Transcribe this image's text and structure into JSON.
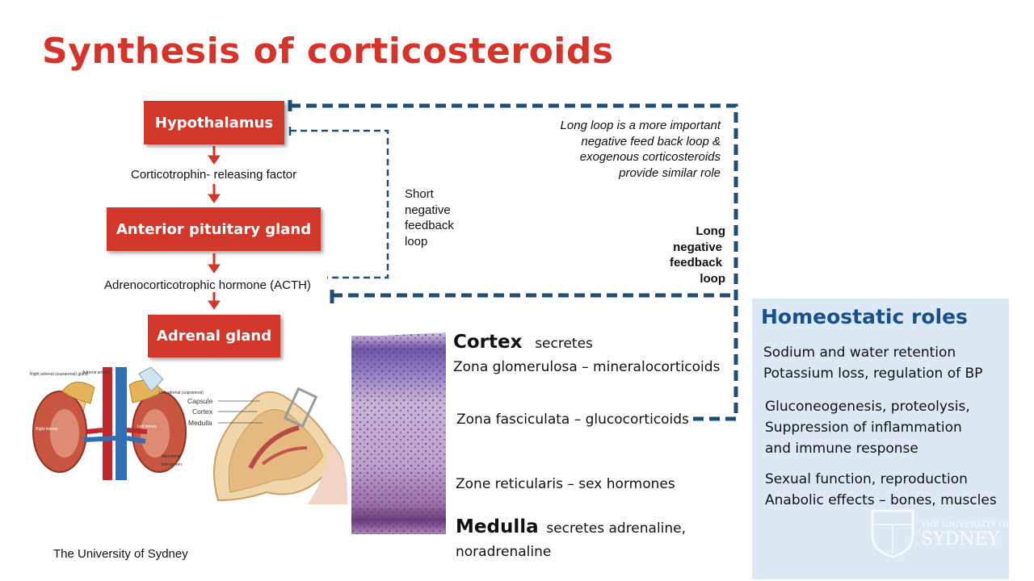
{
  "title": "Synthesis of corticosteroids",
  "flow": {
    "hypothalamus": "Hypothalamus",
    "crf": "Corticotrophin- releasing factor",
    "pituitary": "Anterior pituitary gland",
    "acth": "Adrenocorticotrophic hormone (ACTH)",
    "adrenal": "Adrenal gland"
  },
  "short_loop": [
    "Short",
    "negative",
    "feedback",
    "loop"
  ],
  "long_loop": [
    "Long",
    "negative",
    "feedback",
    "loop"
  ],
  "long_loop_note": [
    "Long loop is a more important",
    "negative feed back loop &",
    "exogenous corticosteroids",
    "provide similar role"
  ],
  "anatomy_labels": {
    "right_adrenal": "Right adrenal (suprarenal) gland",
    "adrenal_arteries": "Adrenal arteries",
    "left_adrenal": "Left adrenal (suprarenal)",
    "right_kidney": "Right kidney",
    "left_kidney": "Left kidney",
    "abdominal": "Abdominal",
    "inferior_vena": "Inferior ven",
    "capsule": "Capsule",
    "cortex": "Cortex",
    "medulla": "Medulla"
  },
  "zones": {
    "cortex_heading": "Cortex",
    "cortex_secretes": "secretes",
    "glomerulosa": "Zona glomerulosa – mineralocorticoids",
    "fasciculata": "Zona fasciculata – glucocorticoids",
    "reticularis": "Zone reticularis – sex hormones",
    "medulla_heading": "Medulla",
    "medulla_secretes_1": "secretes adrenaline,",
    "medulla_secretes_2": "noradrenaline"
  },
  "homeostatic": {
    "title": "Homeostatic roles",
    "group1": [
      "Sodium and water retention",
      "Potassium loss, regulation of BP"
    ],
    "group2": [
      "Gluconeogenesis, proteolysis,",
      "Suppression of inflammation",
      "and immune response"
    ],
    "group3": [
      "Sexual function, reproduction",
      "Anabolic effects – bones, muscles"
    ]
  },
  "footer": "The University of Sydney",
  "logo_text": [
    "THE UNIVERSITY OF",
    "SYDNEY"
  ],
  "colors": {
    "accent_red": "#d2372b",
    "loop_blue": "#1f4e79",
    "panel": "#dce9f5",
    "title_blue": "#1a4e8c"
  }
}
